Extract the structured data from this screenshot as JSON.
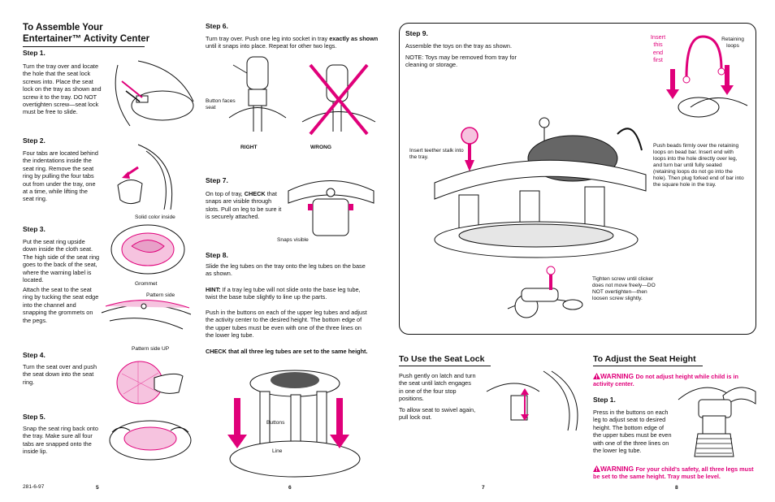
{
  "page5": {
    "title_line1": "To Assemble Your",
    "title_line2": "Entertainer™ Activity Center",
    "step1": {
      "label": "Step 1.",
      "text": "Turn the tray over and locate the hole that the seat lock screws into. Place the seat lock on the tray as shown and screw it to the tray. DO NOT overtighten screw—seat lock must be free to slide."
    },
    "step2": {
      "label": "Step 2.",
      "text": "Four tabs are located behind the indentations inside the seat ring. Remove the seat ring by pulling the four tabs out from under the tray, one at a time, while lifting the seat ring."
    },
    "solid_color_caption": "Solid color inside",
    "step3": {
      "label": "Step 3.",
      "text1": "Put the seat ring upside down inside the cloth seat. The high side of the seat ring goes to the back of the seat, where the warning label is located.",
      "text2": "Attach the seat to the seat ring by tucking the seat edge into the channel and snapping the grommets on the pegs."
    },
    "grommet_caption": "Grommet",
    "pattern_side_caption": "Pattern side",
    "pattern_up_caption": "Pattern side UP",
    "step4": {
      "label": "Step 4.",
      "text": "Turn the seat over and push the seat down into the seat ring."
    },
    "step5": {
      "label": "Step 5.",
      "text": "Snap the seat ring back onto the tray. Make sure all four tabs are snapped onto the inside lip."
    },
    "doc_code": "281-6-97",
    "page_number": "5"
  },
  "page6": {
    "step6": {
      "label": "Step 6.",
      "text_pre": "Turn tray over. Push one leg into socket in tray ",
      "text_bold": "exactly as shown",
      "text_post": " until it snaps into place. Repeat for other two legs."
    },
    "button_caption": "Button faces seat",
    "right_label": "RIGHT",
    "wrong_label": "WRONG",
    "step7": {
      "label": "Step 7.",
      "text_pre": "On top of tray, ",
      "text_bold": "CHECK",
      "text_post": " that snaps are visible through slots. Pull on leg to be sure it is securely attached."
    },
    "snaps_caption": "Snaps visible",
    "step8": {
      "label": "Step 8.",
      "text1": "Slide the leg tubes on the tray onto the leg tubes on the base as shown.",
      "hint_label": "HINT:",
      "hint_text": " If a tray leg tube will not slide onto the base leg tube, twist the base tube slightly to line up the parts.",
      "text2": "Push in the buttons on each of the upper leg tubes and adjust the activity center to the desired height. The bottom edge of the upper tubes must be even with one of the three lines on the lower leg tube.",
      "check_text": "CHECK that all three leg tubes are set to the same height."
    },
    "buttons_caption": "Buttons",
    "line_caption": "Line",
    "page_number": "6"
  },
  "page7": {
    "step9": {
      "label": "Step 9.",
      "text": "Assemble the toys on the tray as shown.",
      "note": "NOTE: Toys may be removed from tray for cleaning or storage."
    },
    "insert_first_l1": "Insert",
    "insert_first_l2": "this",
    "insert_first_l3": "end",
    "insert_first_l4": "first",
    "retaining_loops_caption": "Retaining loops",
    "teether_caption": "Insert teether stalk into the tray.",
    "beads_caption": "Push beads firmly over the retaining loops on bead bar. Insert end with loops into the hole directly over leg, and turn bar until fully seated (retaining loops do not go into the hole). Then plug forked end of bar into the square hole in the tray.",
    "screw_caption": "Tighten screw until clicker does not move freely—DO NOT overtighten—then loosen screw slightly.",
    "seat_lock_title": "To Use the Seat Lock",
    "seat_lock_text1": "Push gently on latch and turn the seat until latch engages in one of the four stop positions.",
    "seat_lock_text2": "To allow seat to swivel again, pull lock out.",
    "page_number": "7"
  },
  "page8": {
    "title": "To Adjust the Seat Height",
    "warning_word": "WARNING",
    "warning1": "Do not adjust height while child is in activity center.",
    "step1": {
      "label": "Step 1.",
      "text": "Press in the buttons on each leg to adjust seat to desired height. The bottom edge of the upper tubes must be even with one of the three lines on the lower leg tube."
    },
    "warning2": "For your child's safety, all three legs must be set to the same height. Tray must be level.",
    "page_number": "8"
  },
  "colors": {
    "accent": "#e0007a",
    "ink": "#111111"
  }
}
